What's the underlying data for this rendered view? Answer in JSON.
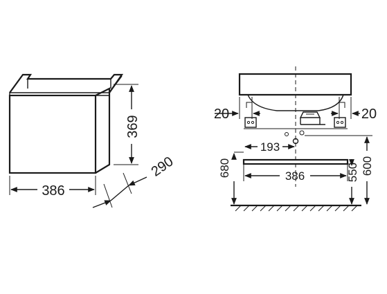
{
  "left_view": {
    "width_label": "386",
    "height_label": "369",
    "depth_label": "290"
  },
  "right_view": {
    "left_offset_label": "20",
    "right_offset_label": "20",
    "pipe_offset_label": "193",
    "inner_width_label": "386",
    "mount_height_label": "680",
    "cabinet_bottom_label": "550",
    "cabinet_top_label": "600"
  }
}
